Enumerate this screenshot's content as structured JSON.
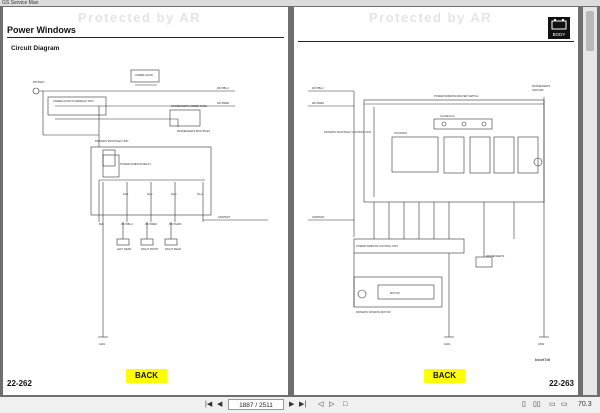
{
  "window": {
    "title": "GS Service Man"
  },
  "left_page": {
    "watermark": "Protected by AR",
    "title": "Power Windows",
    "subtitle": "Circuit Diagram",
    "back_label": "BACK",
    "page_number": "22-262"
  },
  "right_page": {
    "watermark": "Protected by AR",
    "badge": "BODY",
    "code": "bicet7dl",
    "back_label": "BACK",
    "page_number": "22-263"
  },
  "statusbar": {
    "page_value": "1887 / 2511",
    "zoom": "70.3"
  },
  "colors": {
    "back_bg": "#ffff00",
    "viewer_bg": "#6f6f6f"
  }
}
